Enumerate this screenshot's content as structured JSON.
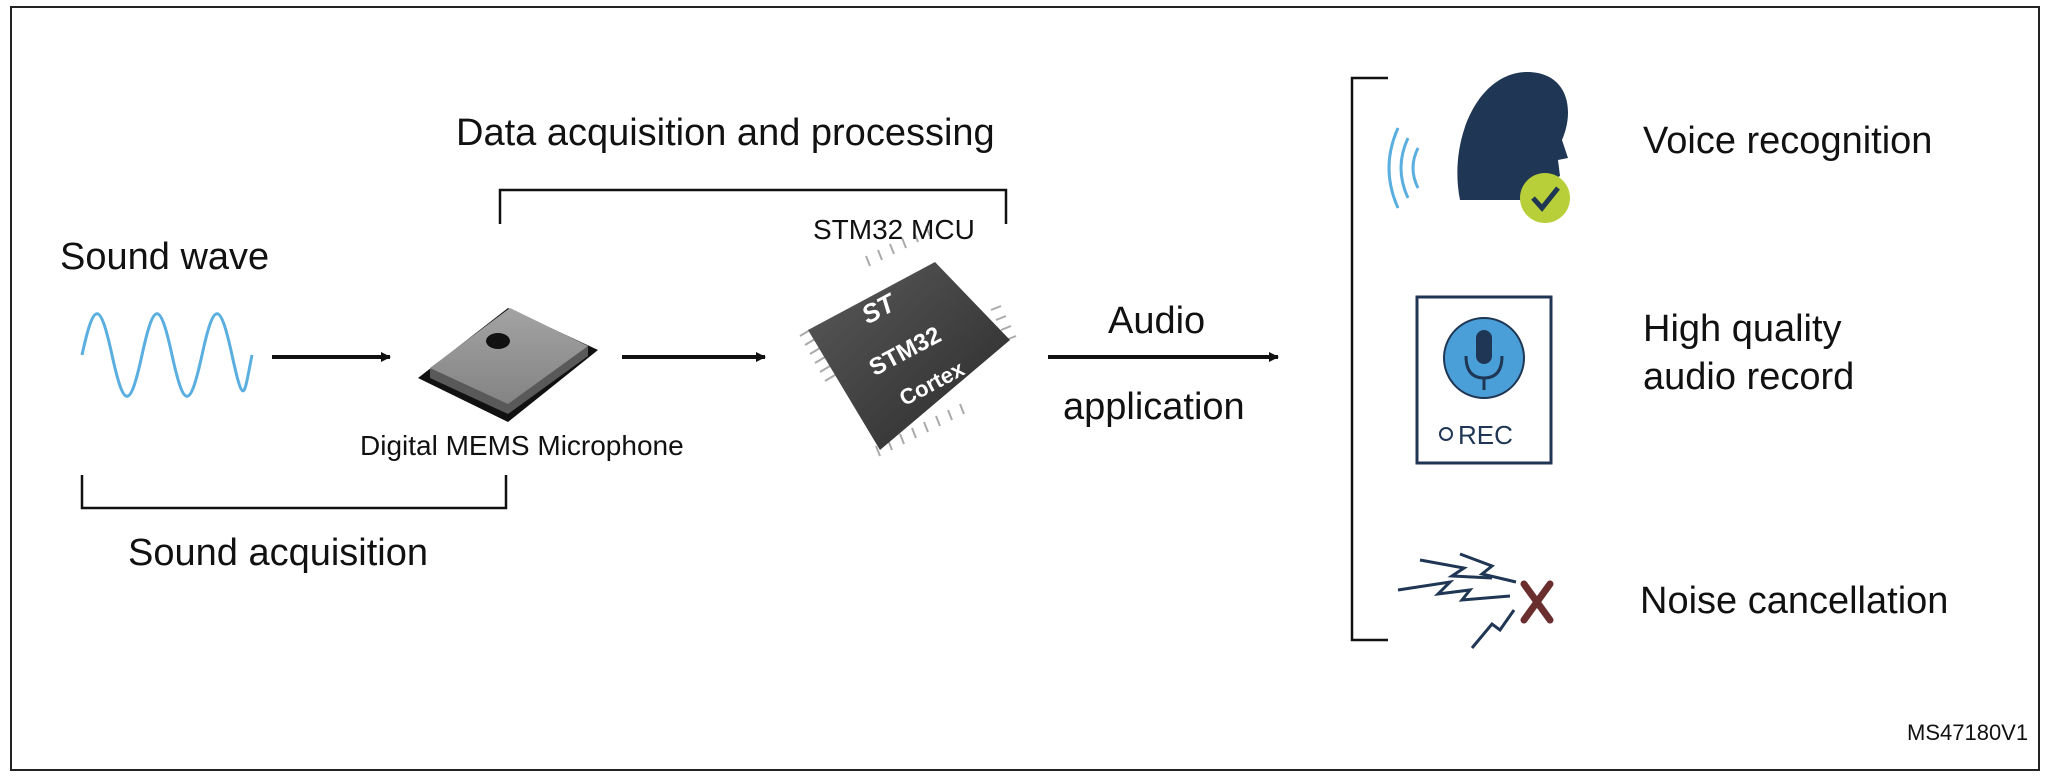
{
  "labels": {
    "sound_wave": "Sound wave",
    "mems_mic": "Digital MEMS Microphone",
    "sound_acquisition": "Sound acquisition",
    "data_acq": "Data acquisition and processing",
    "mcu": "STM32 MCU",
    "audio": "Audio",
    "application": "application",
    "voice_recognition": "Voice recognition",
    "hq_line1": "High quality",
    "hq_line2": "audio record",
    "noise_cancel": "Noise cancellation",
    "rec": "REC",
    "figure_id": "MS47180V1",
    "chip_logo": "ST",
    "chip_brand": "STM32",
    "chip_core": "Cortex"
  },
  "colors": {
    "wave": "#5aaee0",
    "head": "#1f3654",
    "check_bg": "#b8cf3a",
    "mic_circle": "#4a9fd8",
    "rec_border": "#1f3654",
    "lightning": "#1f3654",
    "x_mark": "#6b2e2e"
  }
}
